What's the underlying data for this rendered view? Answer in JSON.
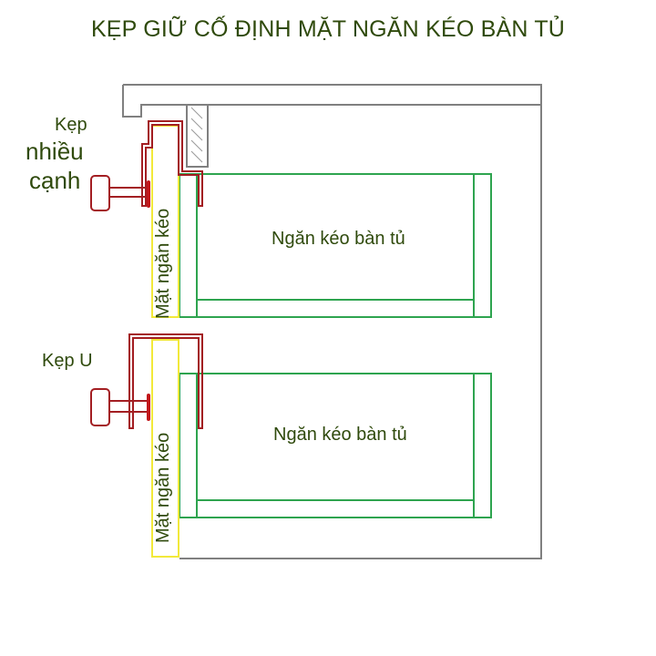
{
  "title": "KẸP GIỮ CỐ ĐỊNH MẶT NGĂN KÉO BÀN TỦ",
  "labels": {
    "clamp_multi_line1": "Kẹp",
    "clamp_multi_line2": "nhiều",
    "clamp_multi_line3": "cạnh",
    "clamp_u": "Kẹp U"
  },
  "drawers": [
    {
      "label": "Ngăn kéo bàn tủ",
      "face_label": "Mặt ngăn kéo"
    },
    {
      "label": "Ngăn kéo bàn tủ",
      "face_label": "Mặt ngăn kéo"
    }
  ],
  "colors": {
    "title_text": "#2f4a0c",
    "cabinet": "#808080",
    "drawer": "#2ea44f",
    "drawer_face": "#f2e93a",
    "clamp": "#a31e22"
  }
}
